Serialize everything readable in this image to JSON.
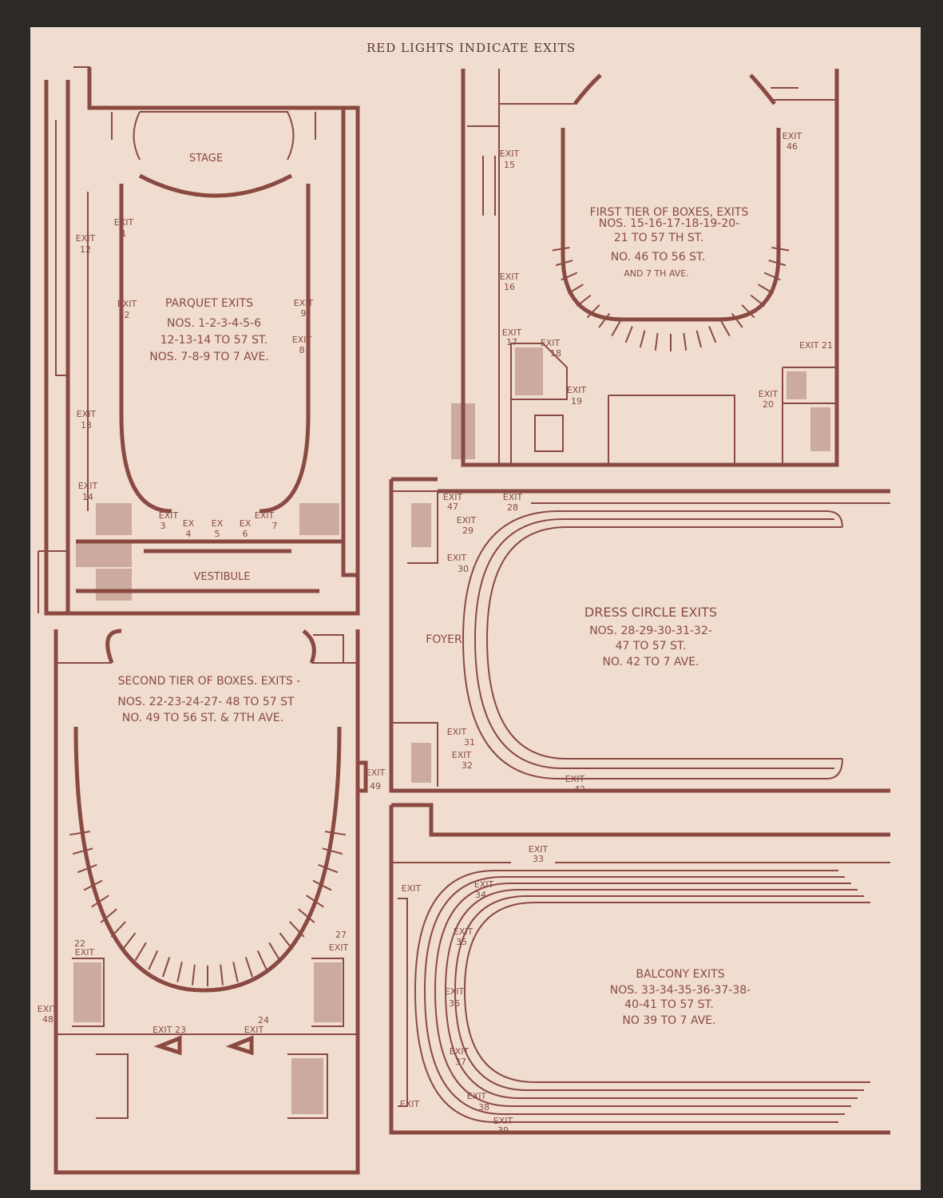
{
  "header": "RED LIGHTS INDICATE EXITS",
  "parquet": {
    "stage": "STAGE",
    "vestibule": "VESTIBULE",
    "title": "PARQUET EXITS",
    "line1": "NOS. 1-2-3-4-5-6",
    "line2": "12-13-14 TO 57 ST.",
    "line3": "NOS. 7-8-9 TO 7 AVE.",
    "exits": [
      {
        "a": "EXIT",
        "b": "1"
      },
      {
        "a": "EXIT",
        "b": "2"
      },
      {
        "a": "EXIT",
        "b": "12"
      },
      {
        "a": "EXIT",
        "b": "13"
      },
      {
        "a": "EXIT",
        "b": "14"
      },
      {
        "a": "EXIT",
        "b": "9"
      },
      {
        "a": "EXIT",
        "b": "8"
      },
      {
        "a": "EXIT",
        "b": "3"
      },
      {
        "a": "EX",
        "b": "4"
      },
      {
        "a": "EX",
        "b": "5"
      },
      {
        "a": "EX",
        "b": "6"
      },
      {
        "a": "EXIT",
        "b": "7"
      }
    ]
  },
  "first_tier": {
    "title": "FIRST TIER OF BOXES, EXITS",
    "line1": "NOS. 15-16-17-18-19-20-",
    "line2": "21 TO 57 TH ST.",
    "line3": "NO. 46 TO 56 ST.",
    "line4": "AND 7 TH AVE.",
    "exits": [
      {
        "a": "EXIT",
        "b": "15"
      },
      {
        "a": "EXIT",
        "b": "16"
      },
      {
        "a": "EXIT",
        "b": "17"
      },
      {
        "a": "EXIT",
        "b": "18"
      },
      {
        "a": "EXIT",
        "b": "19"
      },
      {
        "a": "EXIT",
        "b": "46"
      },
      {
        "a": "EXIT 21",
        "b": ""
      },
      {
        "a": "EXIT",
        "b": "20"
      }
    ]
  },
  "dress_circle": {
    "foyer": "FOYER",
    "title": "DRESS CIRCLE EXITS",
    "line1": "NOS. 28-29-30-31-32-",
    "line2": "47 TO 57 ST.",
    "line3": "NO. 42 TO 7 AVE.",
    "exits": [
      {
        "a": "EXIT",
        "b": "47"
      },
      {
        "a": "EXIT",
        "b": "28"
      },
      {
        "a": "EXIT",
        "b": "29"
      },
      {
        "a": "EXIT",
        "b": "30"
      },
      {
        "a": "EXIT",
        "b": "31"
      },
      {
        "a": "EXIT",
        "b": "32"
      },
      {
        "a": "EXIT",
        "b": "42"
      }
    ]
  },
  "second_tier": {
    "title": "SECOND TIER OF BOXES. EXITS -",
    "line1": "NOS. 22-23-24-27- 48 TO 57 ST",
    "line2": "NO. 49 TO 56 ST. & 7TH AVE.",
    "exits": [
      {
        "a": "EXIT",
        "b": "49"
      },
      {
        "a": "22",
        "b": "EXIT"
      },
      {
        "a": "27",
        "b": "EXIT"
      },
      {
        "a": "EXIT",
        "b": "48"
      },
      {
        "a": "EXIT 23",
        "b": ""
      },
      {
        "a": "24",
        "b": "EXIT"
      }
    ]
  },
  "balcony": {
    "title": "BALCONY EXITS",
    "line1": "NOS. 33-34-35-36-37-38-",
    "line2": "40-41 TO 57 ST.",
    "line3": "NO 39 TO 7 AVE.",
    "exits": [
      {
        "a": "EXIT",
        "b": "33"
      },
      {
        "a": "EXIT",
        "b": ""
      },
      {
        "a": "EXIT",
        "b": "34"
      },
      {
        "a": "EXIT",
        "b": "35"
      },
      {
        "a": "EXIT",
        "b": "36"
      },
      {
        "a": "EXIT",
        "b": "37"
      },
      {
        "a": "EXIT",
        "b": "38"
      },
      {
        "a": "EXIT",
        "b": "39"
      },
      {
        "a": "EXIT",
        "b": ""
      }
    ]
  }
}
